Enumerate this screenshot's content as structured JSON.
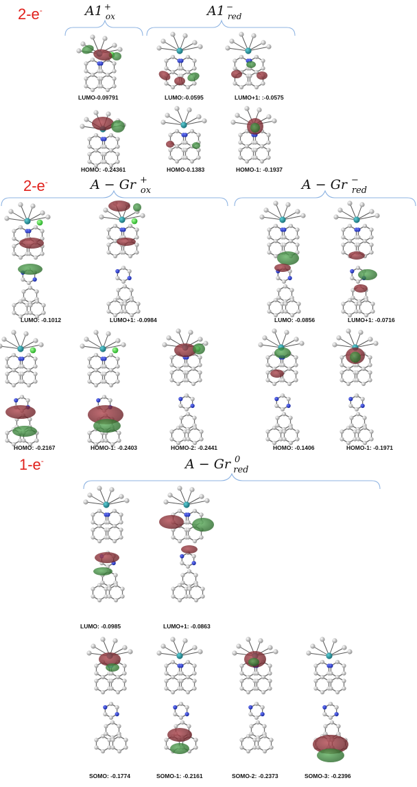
{
  "sections": [
    {
      "electrons": "2-e",
      "electron_sup": "-",
      "groups": [
        {
          "name": "A1",
          "sup": "+",
          "sub": "ox"
        },
        {
          "name": "A1",
          "sup": "−",
          "sub": "red"
        }
      ],
      "rows": [
        [
          "LUMO-0.09791",
          "LUMO:-0.0595",
          "LUMO+1: :-0.0575"
        ],
        [
          "HOMO: -0.24361",
          "HOMO-0.1383",
          "HOMO-1: -0.1937"
        ]
      ]
    },
    {
      "electrons": "2-e",
      "electron_sup": "-",
      "groups": [
        {
          "name": "A − Gr",
          "sup": "+",
          "sub": "ox"
        },
        {
          "name": "A − Gr",
          "sup": "−",
          "sub": "red"
        }
      ],
      "rows": [
        [
          "LUMO: -0.1012",
          "LUMO+1: -0.0984",
          "LUMO: -0.0856",
          "LUMO+1: -0.0716"
        ],
        [
          "HOMO: -0.2167",
          "HOMO-1: -0.2403",
          "HOMO-2: -0.2441",
          "HOMO: -0.1406",
          "HOMO-1: -0.1971"
        ]
      ]
    },
    {
      "electrons": "1-e",
      "electron_sup": "-",
      "groups": [
        {
          "name": "A − Gr",
          "sup": "0",
          "sub": "red"
        }
      ],
      "rows": [
        [
          "LUMO: -0.0985",
          "LUMO+1: -0.0863"
        ],
        [
          "SOMO: -0.1774",
          "SOMO-1: -0.2161",
          "SOMO-2: -0.2373",
          "SOMO-3: -0.2396"
        ]
      ]
    }
  ],
  "colors": {
    "electron_label": "#e0201b",
    "brace": "#8db3e2",
    "orbital_positive": "#7a1f26",
    "orbital_negative": "#2e7a2e",
    "carbon": "#c8c8c8",
    "nitrogen": "#2233cc",
    "platinum": "#1f8a94",
    "chlorine": "#3ed43e"
  }
}
